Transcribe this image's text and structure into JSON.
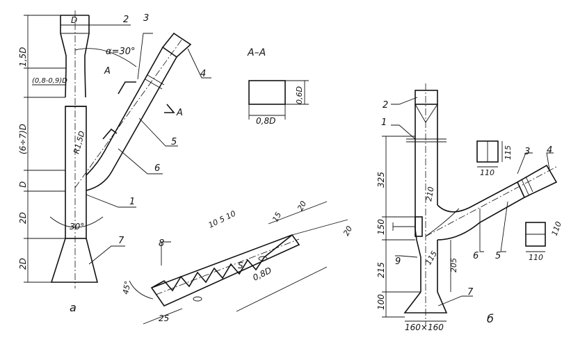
{
  "figure_a": {
    "dims": {
      "d_top": "D",
      "h_15d": "1,5D",
      "throat": "(0,8-0,9)D",
      "h_67d": "(6÷7)D",
      "d_small": "D",
      "h_2d_1": "2D",
      "h_2d_2": "2D",
      "radius": "R1,5D",
      "angle_branch": "α=30°",
      "angle_bottom": "30°"
    },
    "callouts": [
      "2",
      "3",
      "4",
      "5",
      "6",
      "1",
      "7"
    ],
    "section_marks": [
      "A",
      "A"
    ],
    "label": "а"
  },
  "section_aa": {
    "title": "A–A",
    "width": "0,8D",
    "height": "0,6D"
  },
  "detail_8": {
    "callout": "8",
    "dims": {
      "teeth": "10 5 10",
      "t15": "15",
      "t20a": "20",
      "t20b": "20",
      "angle": "45°",
      "w25": "25",
      "s": "S",
      "len": "0,8D"
    }
  },
  "figure_b": {
    "dims": {
      "h325": "325",
      "h150": "150",
      "h215": "215",
      "h100": "100",
      "h210": "210",
      "h115": "115",
      "h205": "205",
      "base": "160×160",
      "sq1_w": "110",
      "sq1_h": "115",
      "sq2_w": "110",
      "sq2_h": "110"
    },
    "callouts": [
      "2",
      "1",
      "3",
      "4",
      "6",
      "5",
      "9",
      "7"
    ],
    "label": "б"
  }
}
